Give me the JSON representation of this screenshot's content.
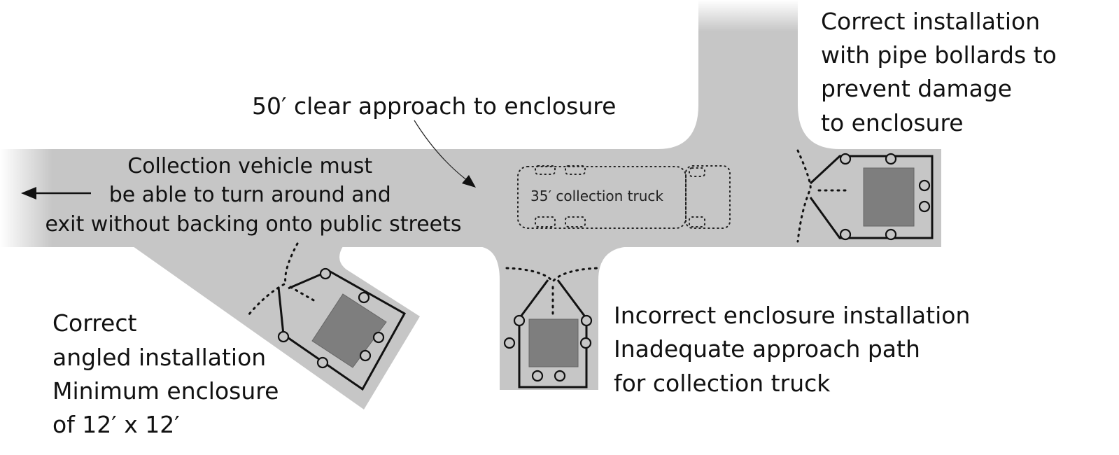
{
  "title_approach": "50′ clear approach to enclosure",
  "truck_label": "35′ collection truck",
  "turnaround_note": [
    "Collection vehicle must",
    "be able to turn around and",
    "exit without backing onto public streets"
  ],
  "angled_note": [
    "Correct",
    "angled installation",
    "Minimum enclosure",
    "of 12′ x 12′"
  ],
  "bollards_note": [
    "Correct installation",
    "with pipe bollards to",
    "prevent damage",
    "to enclosure"
  ],
  "incorrect_note": [
    "Incorrect enclosure installation",
    "Inadequate approach path",
    "for collection truck"
  ],
  "colors": {
    "road": "#c6c6c6",
    "bin": "#7e7e7e",
    "line": "#111111"
  }
}
